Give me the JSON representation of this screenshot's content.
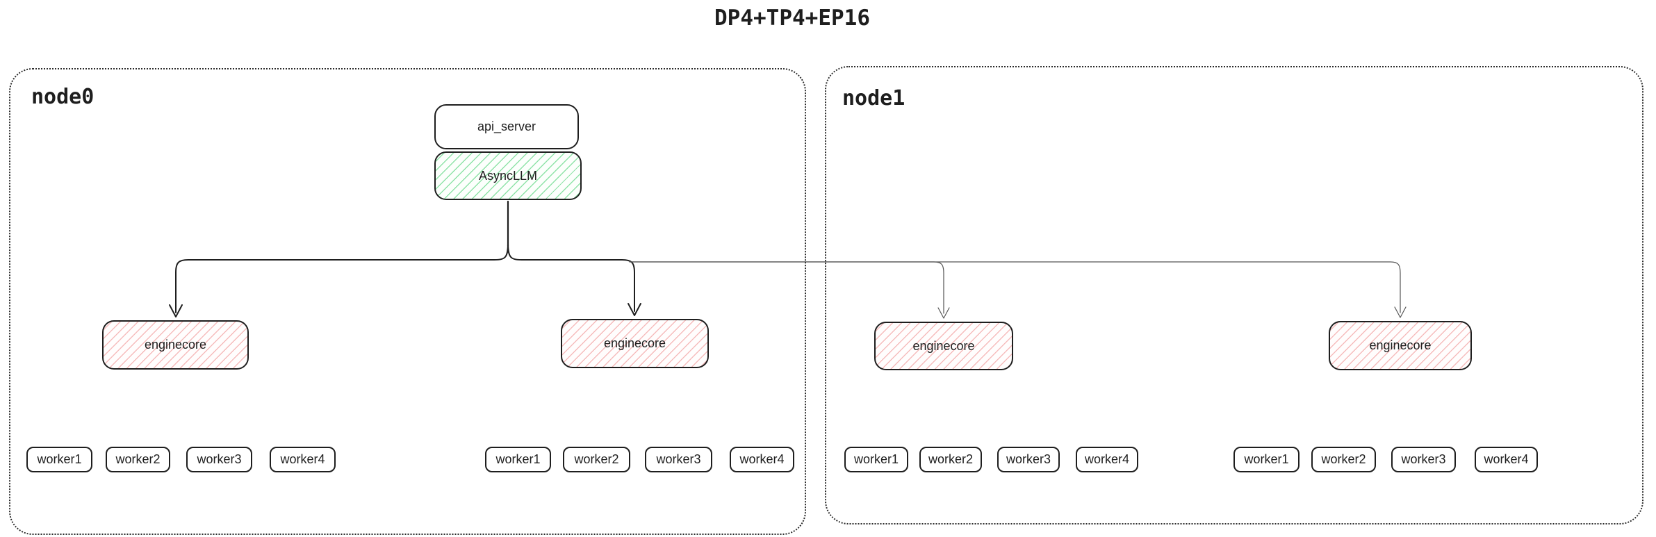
{
  "title": "DP4+TP4+EP16",
  "colors": {
    "stroke": "#1e1e1e",
    "thin_line": "#555555",
    "green_hatch": "#8fe3a8",
    "red_hatch": "#f6bcbc",
    "node_border": "#2b2b2b",
    "background": "#ffffff"
  },
  "nodes": [
    {
      "label": "node0",
      "stack": {
        "api_server": "api_server",
        "async_llm": "AsyncLLM"
      },
      "enginecores": [
        "enginecore",
        "enginecore"
      ],
      "worker_groups": [
        [
          "worker1",
          "worker2",
          "worker3",
          "worker4"
        ],
        [
          "worker1",
          "worker2",
          "worker3",
          "worker4"
        ]
      ]
    },
    {
      "label": "node1",
      "enginecores": [
        "enginecore",
        "enginecore"
      ],
      "worker_groups": [
        [
          "worker1",
          "worker2",
          "worker3",
          "worker4"
        ],
        [
          "worker1",
          "worker2",
          "worker3",
          "worker4"
        ]
      ]
    }
  ]
}
